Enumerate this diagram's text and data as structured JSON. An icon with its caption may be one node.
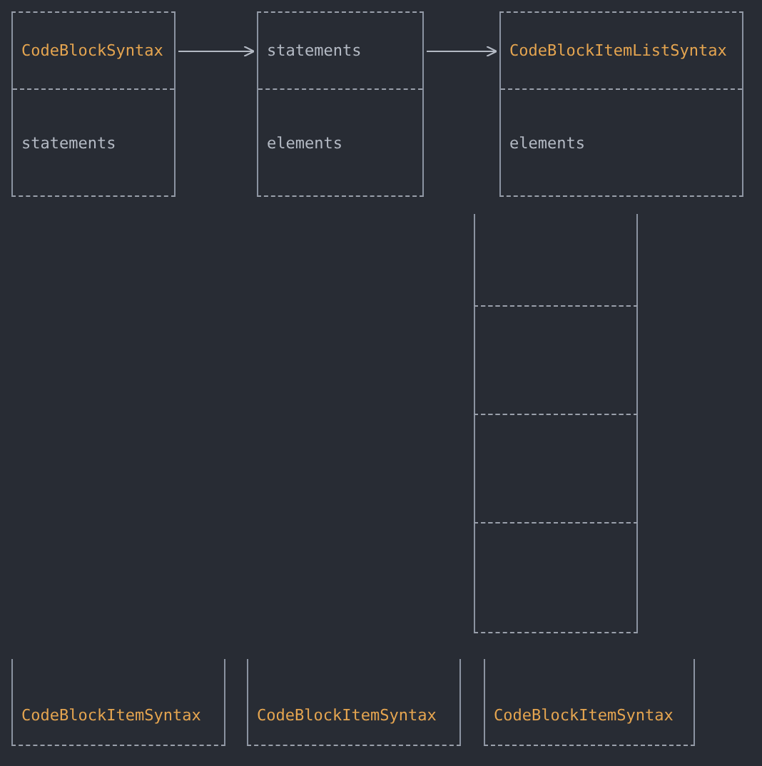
{
  "diagram": {
    "nodes": [
      {
        "text": [
          "CodeBlockSyntax",
          "statements"
        ]
      },
      {
        "text": [
          "statements",
          "elements"
        ]
      },
      {
        "text": [
          "CodeBlockItemListSyntax",
          "elements"
        ]
      },
      {
        "text": [],
        "shape": "box"
      },
      {
        "text": [],
        "shape": "box"
      },
      {
        "text": [],
        "shape": "box"
      },
      {
        "text": [],
        "shape": "box"
      },
      {
        "text": [
          "CodeBlockItemSyntax"
        ]
      },
      {
        "text": [
          "CodeBlockItemSyntax"
        ]
      },
      {
        "text": [
          "CodeBlockItemSyntax"
        ]
      }
    ],
    "edges": [
      {
        "from": 0,
        "to": 1,
        "arrow": "to"
      },
      {
        "from": 1,
        "to": 2,
        "arrow": "to"
      }
    ]
  }
}
